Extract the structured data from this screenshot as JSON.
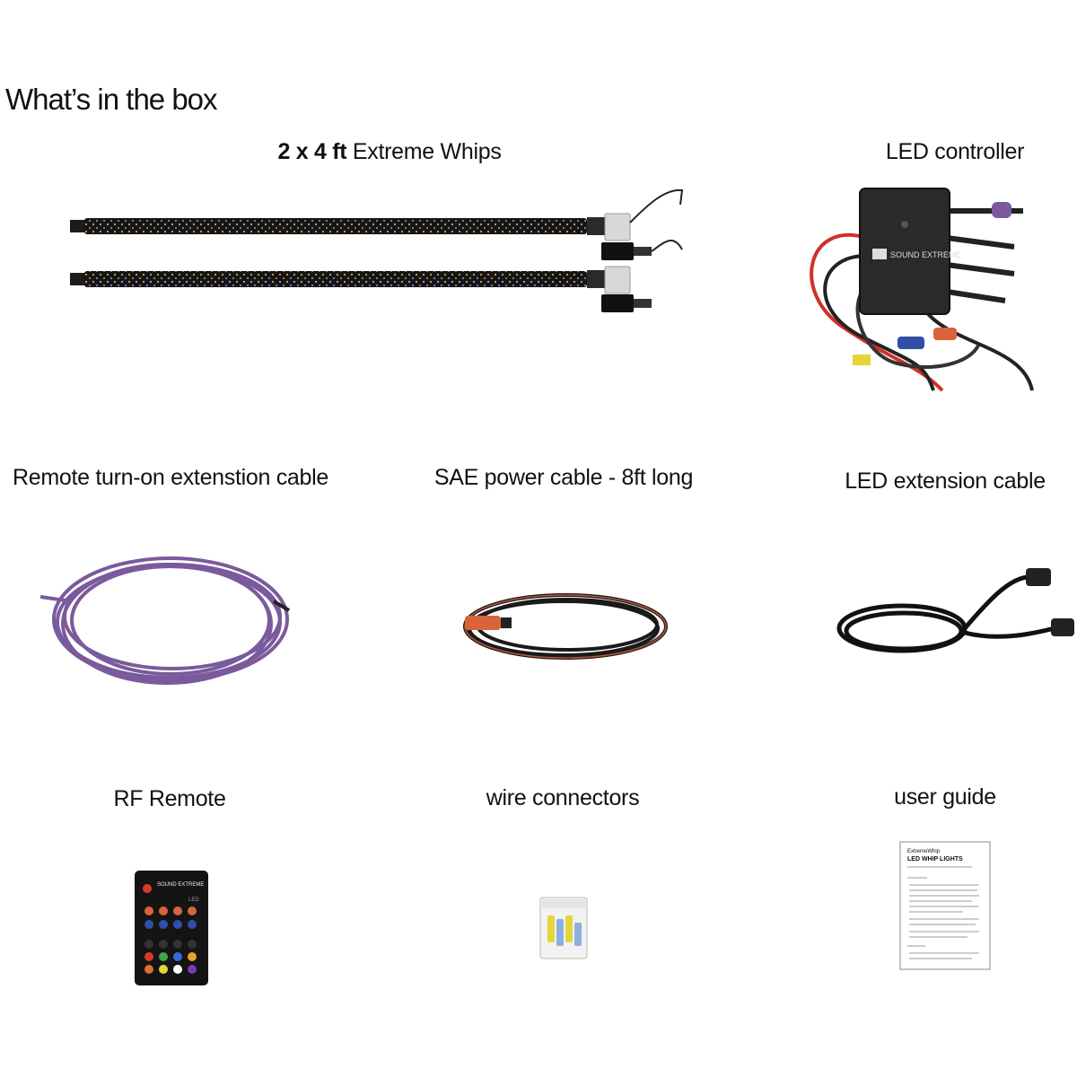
{
  "heading": "What’s in the box",
  "items": {
    "whips": {
      "label_bold": "2 x 4 ft",
      "label_rest": " Extreme Whips"
    },
    "controller": {
      "label": "LED controller",
      "brand": "SOUND EXTREME"
    },
    "remote_cable": {
      "label": "Remote turn-on extenstion cable"
    },
    "sae_cable": {
      "label": "SAE power cable - 8ft long"
    },
    "led_ext_cable": {
      "label": "LED extension cable"
    },
    "rf_remote": {
      "label": "RF Remote",
      "brand": "SOUND EXTREME",
      "led_tag": "LED"
    },
    "wire_connectors": {
      "label": "wire connectors"
    },
    "user_guide": {
      "label": "user guide",
      "doc_brand": "ExtremeWhip",
      "doc_title": "LED WHIP LIGHTS"
    }
  },
  "colors": {
    "purple_wire": "#7a5a9c",
    "orange_accent": "#d8653a",
    "body_black": "#1c1c1c"
  }
}
